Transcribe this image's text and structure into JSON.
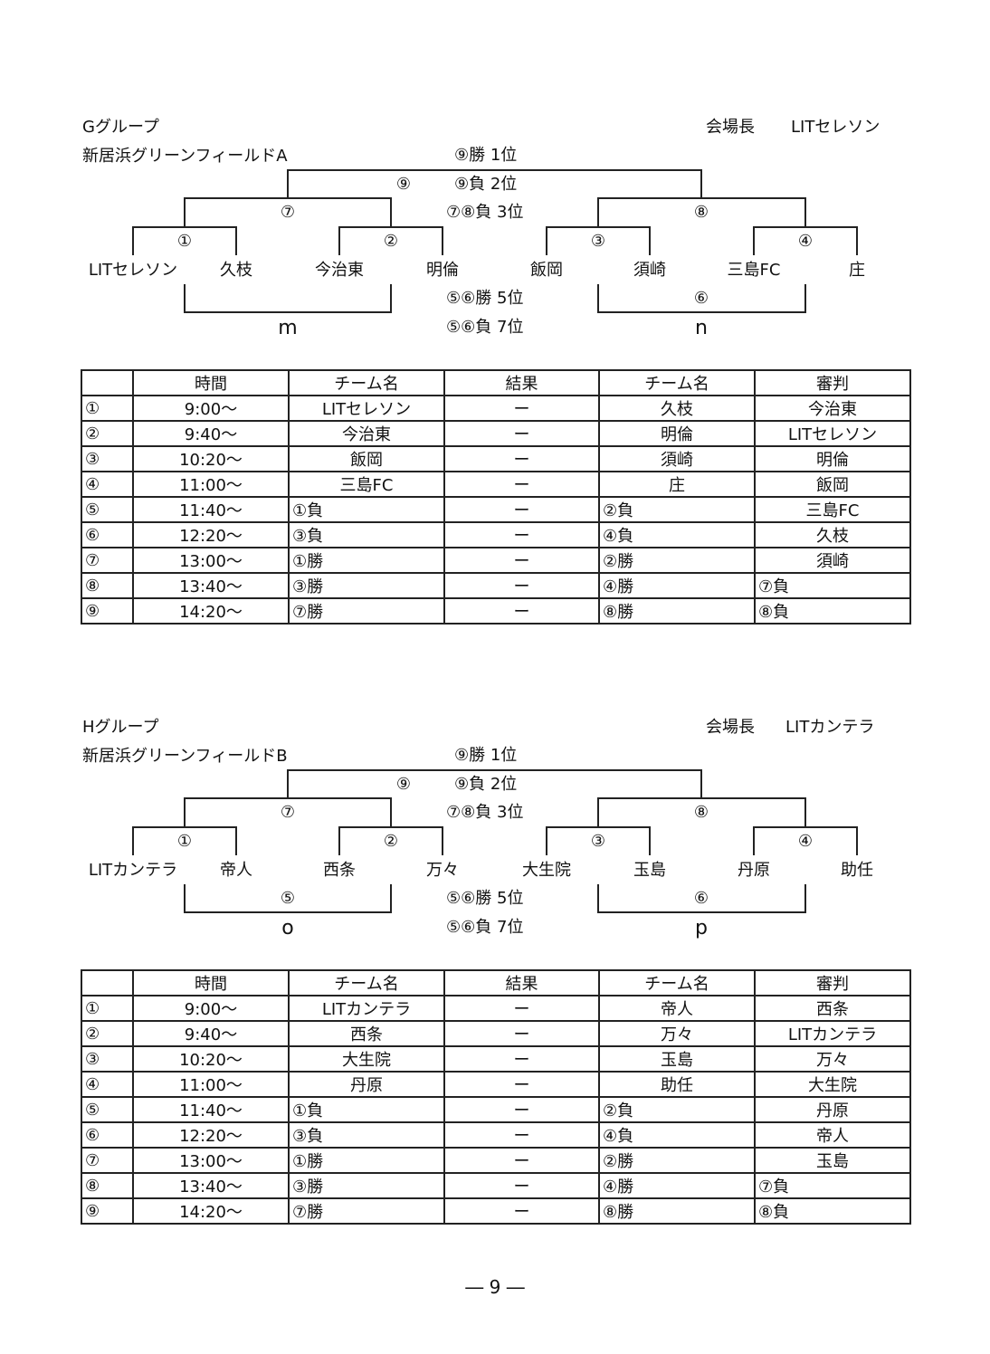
{
  "groups": [
    {
      "group_name": "Gグループ",
      "venue": "新居浜グリーンフィールドA",
      "venue_manager_label": "会場長",
      "venue_manager": "LITセレソン",
      "teams": [
        "LITセレソン",
        "久枝",
        "今治東",
        "明倫",
        "飯岡",
        "須崎",
        "三島FC",
        "庄"
      ],
      "match_marks": {
        "m1": "①",
        "m2": "②",
        "m3": "③",
        "m4": "④",
        "m5": "",
        "m6": "⑥",
        "m7": "⑦",
        "m8": "⑧",
        "m9": "⑨"
      },
      "placements": [
        "⑨勝 1位",
        "⑨負 2位",
        "⑦⑧負 3位",
        "⑤⑥勝 5位",
        "⑤⑥負 7位"
      ],
      "court_left": "m",
      "court_right": "n",
      "table_headers": [
        "",
        "時間",
        "チーム名",
        "結果",
        "チーム名",
        "審判"
      ],
      "rows": [
        {
          "no": "①",
          "time": "9:00～",
          "team1": "LITセレソン",
          "result": "ー",
          "team2": "久枝",
          "referee": "今治東"
        },
        {
          "no": "②",
          "time": "9:40～",
          "team1": "今治東",
          "result": "ー",
          "team2": "明倫",
          "referee": "LITセレソン"
        },
        {
          "no": "③",
          "time": "10:20～",
          "team1": "飯岡",
          "result": "ー",
          "team2": "須崎",
          "referee": "明倫"
        },
        {
          "no": "④",
          "time": "11:00～",
          "team1": "三島FC",
          "result": "ー",
          "team2": "庄",
          "referee": "飯岡"
        },
        {
          "no": "⑤",
          "time": "11:40～",
          "team1": "①負",
          "result": "ー",
          "team2": "②負",
          "referee": "三島FC"
        },
        {
          "no": "⑥",
          "time": "12:20～",
          "team1": "③負",
          "result": "ー",
          "team2": "④負",
          "referee": "久枝"
        },
        {
          "no": "⑦",
          "time": "13:00～",
          "team1": "①勝",
          "result": "ー",
          "team2": "②勝",
          "referee": "須崎"
        },
        {
          "no": "⑧",
          "time": "13:40～",
          "team1": "③勝",
          "result": "ー",
          "team2": "④勝",
          "referee": "⑦負"
        },
        {
          "no": "⑨",
          "time": "14:20～",
          "team1": "⑦勝",
          "result": "ー",
          "team2": "⑧勝",
          "referee": "⑧負"
        }
      ]
    },
    {
      "group_name": "Hグループ",
      "venue": "新居浜グリーンフィールドB",
      "venue_manager_label": "会場長",
      "venue_manager": "LITカンテラ",
      "teams": [
        "LITカンテラ",
        "帝人",
        "西条",
        "万々",
        "大生院",
        "玉島",
        "丹原",
        "助任"
      ],
      "match_marks": {
        "m1": "①",
        "m2": "②",
        "m3": "③",
        "m4": "④",
        "m5": "⑤",
        "m6": "⑥",
        "m7": "⑦",
        "m8": "⑧",
        "m9": "⑨"
      },
      "placements": [
        "⑨勝 1位",
        "⑨負 2位",
        "⑦⑧負 3位",
        "⑤⑥勝 5位",
        "⑤⑥負 7位"
      ],
      "court_left": "o",
      "court_right": "p",
      "table_headers": [
        "",
        "時間",
        "チーム名",
        "結果",
        "チーム名",
        "審判"
      ],
      "rows": [
        {
          "no": "①",
          "time": "9:00～",
          "team1": "LITカンテラ",
          "result": "ー",
          "team2": "帝人",
          "referee": "西条"
        },
        {
          "no": "②",
          "time": "9:40～",
          "team1": "西条",
          "result": "ー",
          "team2": "万々",
          "referee": "LITカンテラ"
        },
        {
          "no": "③",
          "time": "10:20～",
          "team1": "大生院",
          "result": "ー",
          "team2": "玉島",
          "referee": "万々"
        },
        {
          "no": "④",
          "time": "11:00～",
          "team1": "丹原",
          "result": "ー",
          "team2": "助任",
          "referee": "大生院"
        },
        {
          "no": "⑤",
          "time": "11:40～",
          "team1": "①負",
          "result": "ー",
          "team2": "②負",
          "referee": "丹原"
        },
        {
          "no": "⑥",
          "time": "12:20～",
          "team1": "③負",
          "result": "ー",
          "team2": "④負",
          "referee": "帝人"
        },
        {
          "no": "⑦",
          "time": "13:00～",
          "team1": "①勝",
          "result": "ー",
          "team2": "②勝",
          "referee": "玉島"
        },
        {
          "no": "⑧",
          "time": "13:40～",
          "team1": "③勝",
          "result": "ー",
          "team2": "④勝",
          "referee": "⑦負"
        },
        {
          "no": "⑨",
          "time": "14:20～",
          "team1": "⑦勝",
          "result": "ー",
          "team2": "⑧勝",
          "referee": "⑧負"
        }
      ]
    }
  ],
  "page_number": "― 9 ―"
}
